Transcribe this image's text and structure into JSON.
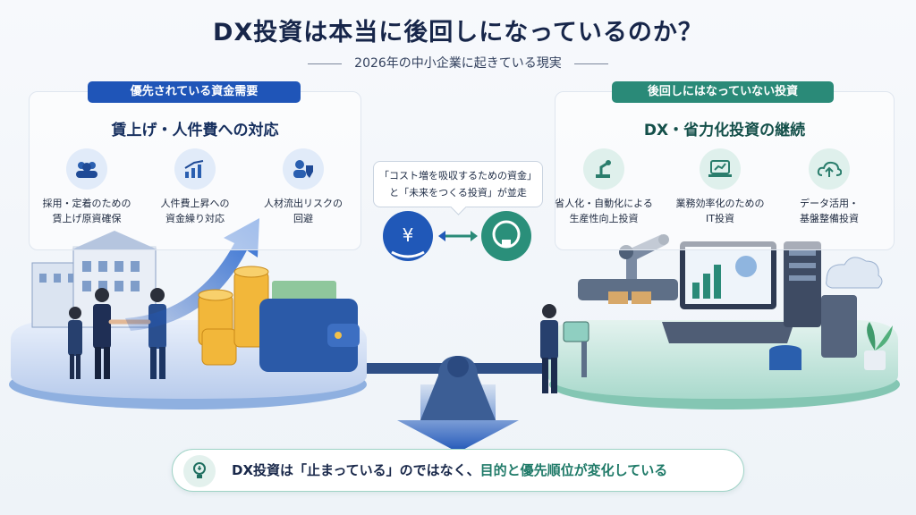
{
  "title": "DX投資は本当に後回しになっているのか？",
  "subtitle": "2026年の中小企業に起きている現実",
  "left": {
    "badge": "優先されている資金需要",
    "heading": "賃上げ・人件費への対応",
    "items": [
      {
        "icon": "people-group-icon",
        "label_line1": "採用・定着のための",
        "label_line2": "賃上げ原資確保"
      },
      {
        "icon": "rising-chart-icon",
        "label_line1": "人件費上昇への",
        "label_line2": "資金繰り対応"
      },
      {
        "icon": "person-shield-icon",
        "label_line1": "人材流出リスクの",
        "label_line2": "回避"
      }
    ]
  },
  "right": {
    "badge": "後回しにはなっていない投資",
    "heading": "DX・省力化投資の継続",
    "items": [
      {
        "icon": "robot-arm-icon",
        "label_line1": "省人化・自動化による",
        "label_line2": "生産性向上投資"
      },
      {
        "icon": "laptop-chart-icon",
        "label_line1": "業務効率化のための",
        "label_line2": "IT投資"
      },
      {
        "icon": "cloud-upload-icon",
        "label_line1": "データ活用・",
        "label_line2": "基盤整備投資"
      }
    ]
  },
  "center": {
    "bubble_line1": "「コスト増を吸収するための資金」",
    "bubble_line2": "と「未来をつくる投資」が並走",
    "left_icon": "yen-hand-icon",
    "right_icon": "lightbulb-gear-icon"
  },
  "bottom": {
    "icon": "lightbulb-icon",
    "text_part1": "DX投資は「止まっている」のではなく、",
    "text_part2": "目的と優先順位が変化している"
  },
  "colors": {
    "blue": "#1f55b8",
    "green": "#2a8a78",
    "navy": "#17264a"
  }
}
